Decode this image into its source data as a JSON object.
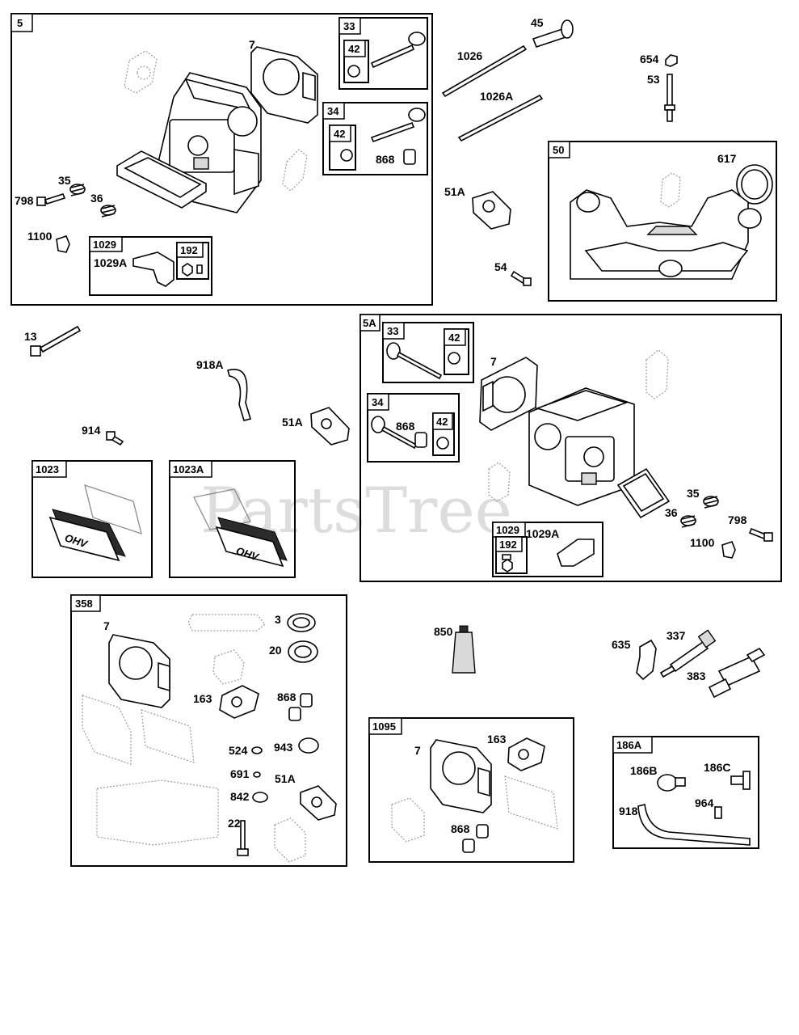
{
  "watermark": {
    "text": "PartsTree",
    "trademark": "™"
  },
  "groups": {
    "g5": "5",
    "g33_top": "33",
    "g34_top": "34",
    "g42_a": "42",
    "g42_b": "42",
    "g1029_top": "1029",
    "g192_top": "192",
    "g50": "50",
    "g5A": "5A",
    "g33_mid": "33",
    "g42_c": "42",
    "g34_mid": "34",
    "g42_d": "42",
    "g1029_mid": "1029",
    "g192_mid": "192",
    "g1023": "1023",
    "g1023A": "1023A",
    "g358": "358",
    "g1095": "1095",
    "g186A": "186A"
  },
  "labels": {
    "l7_a": "7",
    "l35_a": "35",
    "l36_a": "36",
    "l798_a": "798",
    "l1100_a": "1100",
    "l1029A_a": "1029A",
    "l868_a": "868",
    "l45": "45",
    "l1026": "1026",
    "l1026A": "1026A",
    "l654": "654",
    "l53": "53",
    "l617": "617",
    "l51A_a": "51A",
    "l54": "54",
    "l13": "13",
    "l918A": "918A",
    "l51A_b": "51A",
    "l914": "914",
    "l7_b": "7",
    "l868_b": "868",
    "l35_b": "35",
    "l36_b": "36",
    "l798_b": "798",
    "l1100_b": "1100",
    "l1029A_b": "1029A",
    "l7_c": "7",
    "l3": "3",
    "l20": "20",
    "l163_a": "163",
    "l868_c": "868",
    "l524": "524",
    "l943": "943",
    "l691": "691",
    "l51A_c": "51A",
    "l842": "842",
    "l22": "22",
    "l850": "850",
    "l635": "635",
    "l337": "337",
    "l383": "383",
    "l7_d": "7",
    "l163_b": "163",
    "l868_d": "868",
    "l186B": "186B",
    "l186C": "186C",
    "l918": "918",
    "l964": "964"
  },
  "decals": {
    "ohv_a": "OHV",
    "ohv_b": "OHV"
  }
}
